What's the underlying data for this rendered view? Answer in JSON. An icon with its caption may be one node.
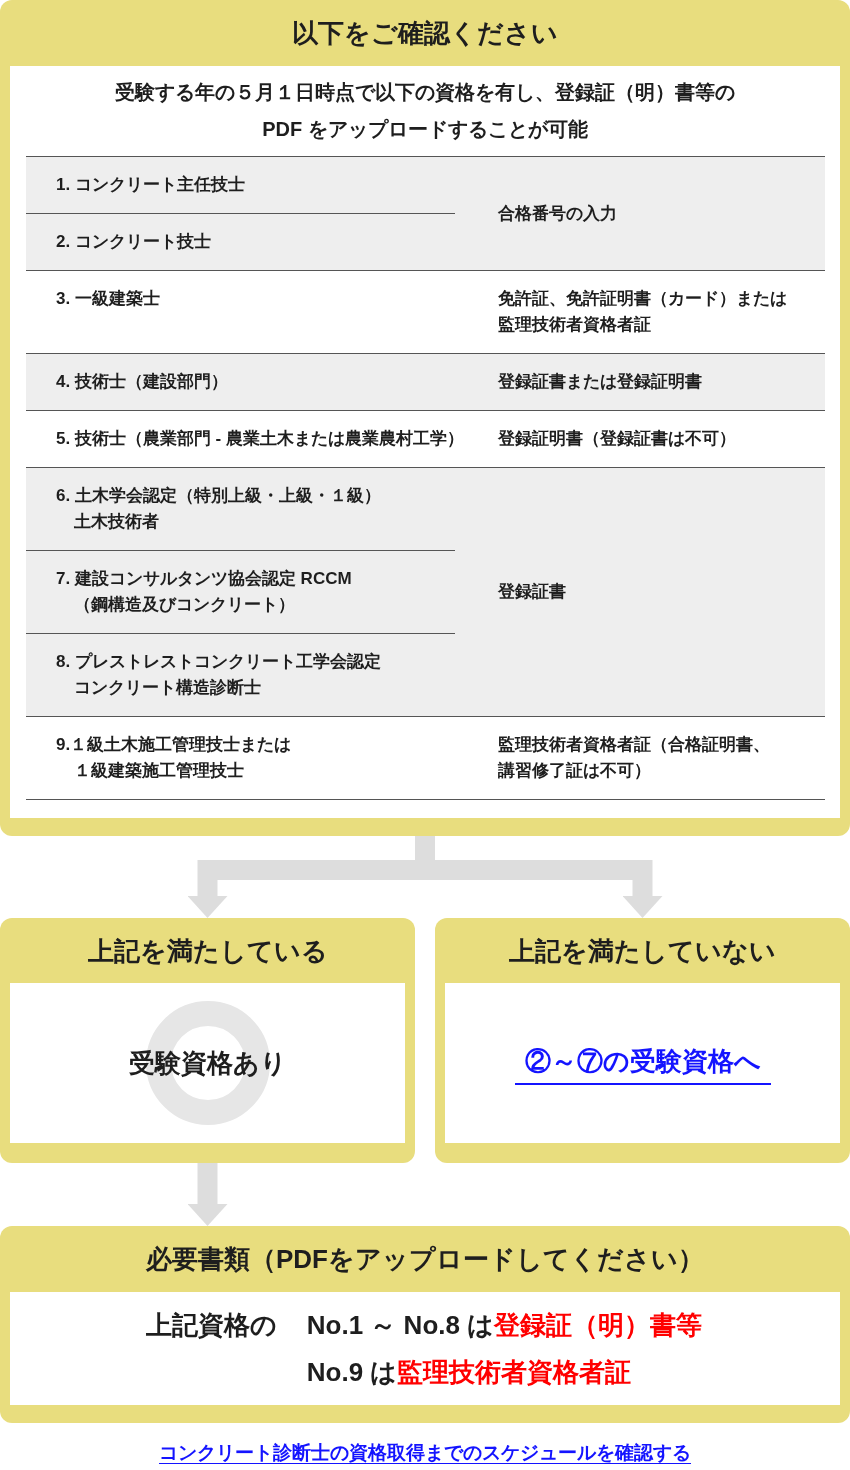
{
  "diagram": {
    "nodes": [
      {
        "text": [
          "以下をご確認ください",
          "受験する年の５月１日時点で以下の資格を有し、登録証（明）書等のPDF をアップロードすることが可能"
        ]
      },
      {
        "text": [
          "上記を満たしている",
          "受験資格あり"
        ]
      },
      {
        "text": [
          "上記を満たしていない",
          "②～⑦の受験資格へ"
        ]
      },
      {
        "text": [
          "必要書類（PDFをアップロードしてください）",
          "上記資格の",
          "No.1 ～ No.8 は**登録証（明）書等**",
          "No.9 は**監理技術者資格者証**"
        ]
      }
    ],
    "edges": [
      {
        "from": 0,
        "to": 1,
        "arrow": "to"
      },
      {
        "from": 0,
        "to": 2,
        "arrow": "to"
      },
      {
        "from": 1,
        "to": 3,
        "arrow": "to"
      }
    ],
    "labels": [
      "1. コンクリート主任技士",
      "合格番号の入力",
      "2. コンクリート技士",
      "3. 一級建築士",
      "免許証、免許証明書（カード）または監理技術者資格者証",
      "4. 技術士（建設部門）",
      "登録証書または登録証明書",
      "5. 技術士（農業部門 - 農業土木または農業農村工学）",
      "登録証明書（登録証書は不可）",
      "6. 土木学会認定（特別上級・上級・１級）土木技術者",
      "登録証書",
      "7. 建設コンサルタンツ協会認定 RCCM（鋼構造及びコンクリート）",
      "8. プレストレストコンクリート工学会認定コンクリート構造診断士",
      "9.１級土木施工管理技士または１級建築施工管理技士",
      "監理技術者資格者証（合格証明書、講習修了証は不可）",
      "コンクリート診断士の資格取得までのスケジュールを確認する"
    ]
  }
}
